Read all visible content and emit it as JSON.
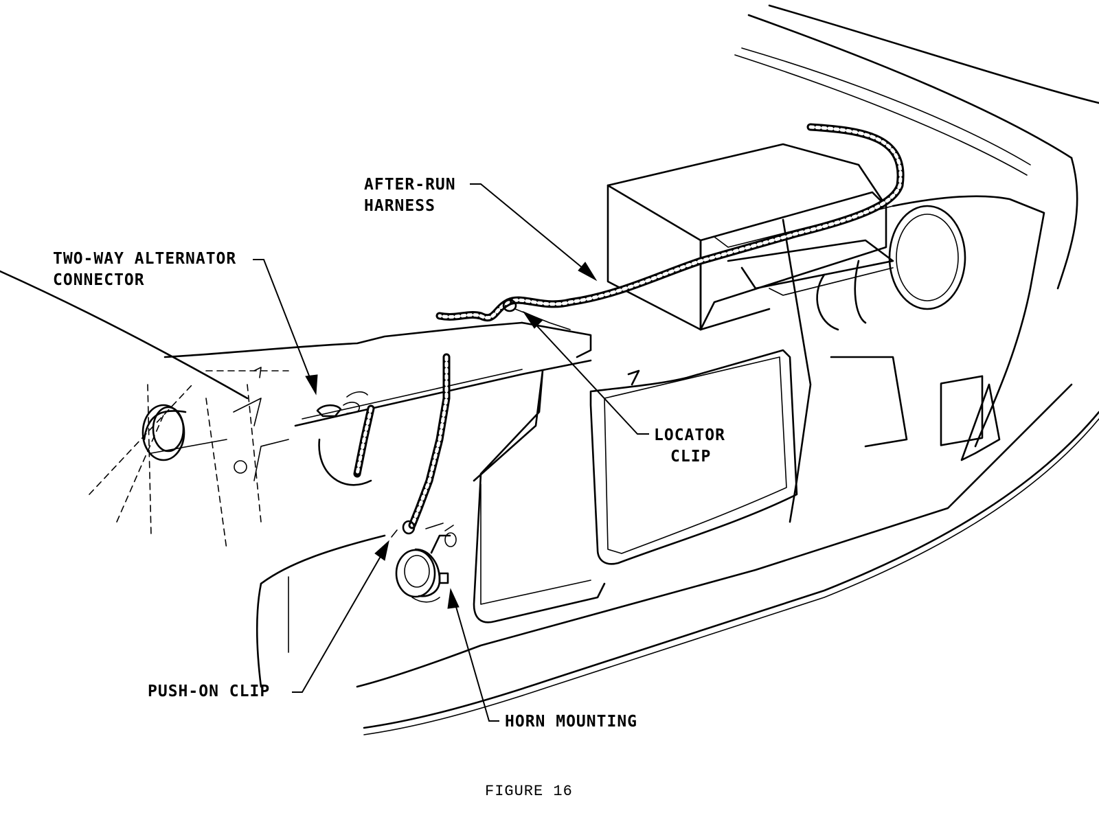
{
  "figure": {
    "caption": "FIGURE 16"
  },
  "callouts": {
    "after_run_harness": [
      "AFTER-RUN",
      "HARNESS"
    ],
    "two_way_alternator_connector": [
      "TWO-WAY ALTERNATOR",
      "CONNECTOR"
    ],
    "locator_clip": [
      "LOCATOR",
      "CLIP"
    ],
    "push_on_clip": "PUSH-ON CLIP",
    "horn_mounting": "HORN MOUNTING"
  }
}
